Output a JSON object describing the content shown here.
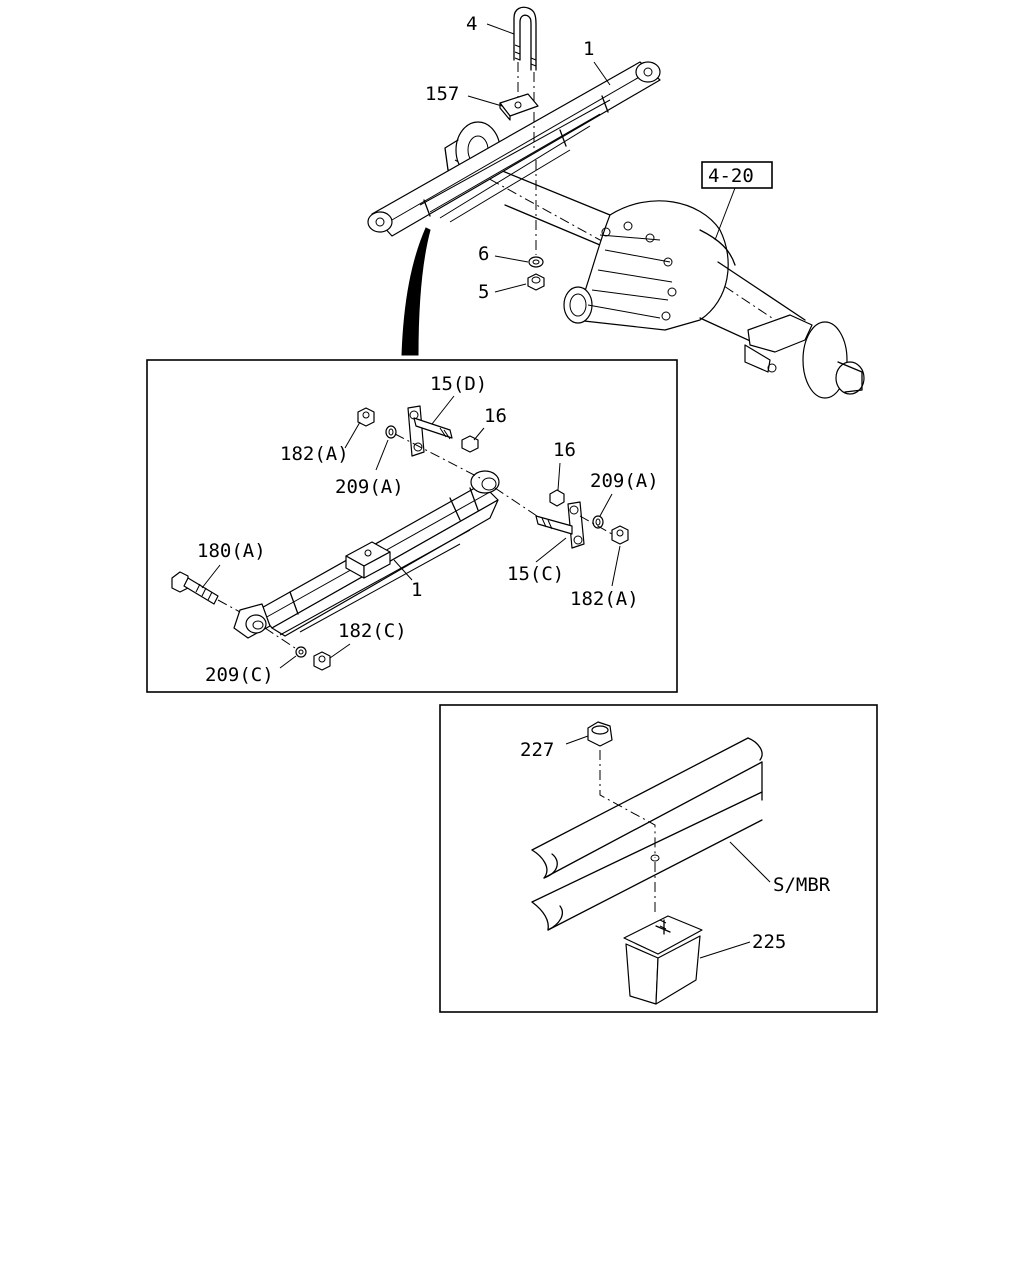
{
  "callouts": {
    "top": {
      "c4": "4",
      "c1": "1",
      "c157": "157",
      "c4_20": "4-20",
      "c6": "6",
      "c5": "5"
    },
    "detail": {
      "c15d": "15(D)",
      "c16a": "16",
      "c182a_1": "182(A)",
      "c209a_1": "209(A)",
      "c16b": "16",
      "c209a_2": "209(A)",
      "c180a": "180(A)",
      "c1": "1",
      "c15c": "15(C)",
      "c182a_2": "182(A)",
      "c182c": "182(C)",
      "c209c": "209(C)"
    },
    "bumper": {
      "c227": "227",
      "smbr": "S/MBR",
      "c225": "225"
    }
  }
}
